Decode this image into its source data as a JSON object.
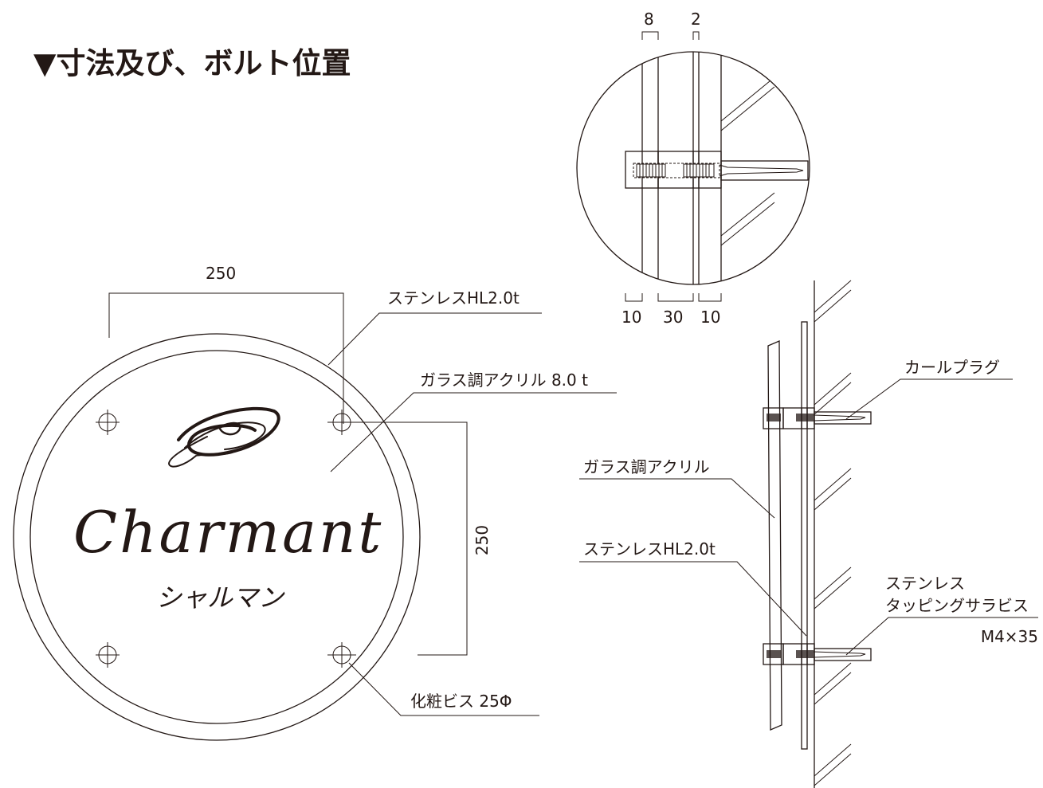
{
  "title": "▼寸法及び、ボルト位置",
  "front_view": {
    "width_dim": "250",
    "height_dim": "250",
    "brand_name": "Charmant",
    "brand_kana": "シャルマン",
    "label_stainless": "ステンレスHL2.0t",
    "label_acrylic": "ガラス調アクリル 8.0 t",
    "label_screw_cap": "化粧ビス 25Φ"
  },
  "detail_view": {
    "dim_top_left": "8",
    "dim_top_right": "2",
    "dim_bottom_a": "10",
    "dim_bottom_b": "30",
    "dim_bottom_c": "10"
  },
  "side_view": {
    "label_plug": "カールプラグ",
    "label_acrylic": "ガラス調アクリル",
    "label_stainless": "ステンレスHL2.0t",
    "label_screw_line1": "ステンレス",
    "label_screw_line2": "タッピングサラビス",
    "label_screw_size": "M4×35"
  },
  "colors": {
    "line": "#231815",
    "background": "#ffffff"
  }
}
